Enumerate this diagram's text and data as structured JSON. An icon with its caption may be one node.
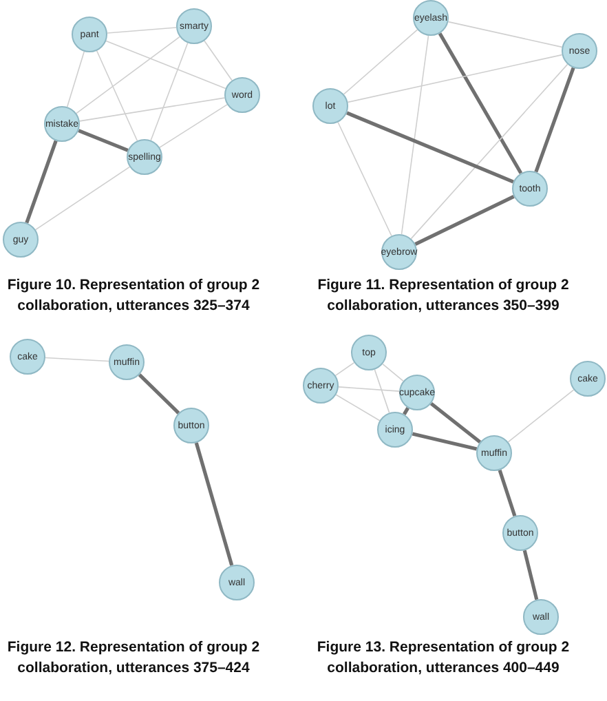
{
  "diagram": {
    "nodes": [
      {
        "text": [
          "pant"
        ]
      },
      {
        "text": [
          "smarty"
        ]
      },
      {
        "text": [
          "word"
        ]
      },
      {
        "text": [
          "mistake"
        ]
      },
      {
        "text": [
          "spelling"
        ]
      },
      {
        "text": [
          "guy"
        ]
      },
      {
        "text": [
          "eyelash"
        ]
      },
      {
        "text": [
          "nose"
        ]
      },
      {
        "text": [
          "lot"
        ]
      },
      {
        "text": [
          "tooth"
        ]
      },
      {
        "text": [
          "eyebrow"
        ]
      },
      {
        "text": [
          "cake"
        ]
      },
      {
        "text": [
          "muffin"
        ]
      },
      {
        "text": [
          "button"
        ]
      },
      {
        "text": [
          "wall"
        ]
      },
      {
        "text": [
          "top"
        ]
      },
      {
        "text": [
          "cherry"
        ]
      },
      {
        "text": [
          "cupcake"
        ]
      },
      {
        "text": [
          "cake"
        ]
      },
      {
        "text": [
          "icing"
        ]
      },
      {
        "text": [
          "muffin"
        ]
      },
      {
        "text": [
          "button"
        ]
      },
      {
        "text": [
          "wall"
        ]
      }
    ],
    "edges": [
      {
        "from": 0,
        "to": 1,
        "arrow": "none"
      },
      {
        "from": 0,
        "to": 2,
        "arrow": "none"
      },
      {
        "from": 0,
        "to": 3,
        "arrow": "none"
      },
      {
        "from": 0,
        "to": 4,
        "arrow": "none"
      },
      {
        "from": 1,
        "to": 3,
        "arrow": "none"
      },
      {
        "from": 1,
        "to": 4,
        "arrow": "none"
      },
      {
        "from": 1,
        "to": 2,
        "arrow": "none"
      },
      {
        "from": 2,
        "to": 3,
        "arrow": "none"
      },
      {
        "from": 2,
        "to": 4,
        "arrow": "none"
      },
      {
        "from": 3,
        "to": 4,
        "arrow": "none",
        "style": "thick",
        "color": "#707070"
      },
      {
        "from": 3,
        "to": 5,
        "arrow": "none",
        "style": "thick",
        "color": "#707070"
      },
      {
        "from": 4,
        "to": 5,
        "arrow": "none"
      },
      {
        "from": 6,
        "to": 7,
        "arrow": "none"
      },
      {
        "from": 6,
        "to": 8,
        "arrow": "none"
      },
      {
        "from": 6,
        "to": 10,
        "arrow": "none"
      },
      {
        "from": 6,
        "to": 9,
        "arrow": "none",
        "style": "thick",
        "color": "#707070"
      },
      {
        "from": 7,
        "to": 8,
        "arrow": "none"
      },
      {
        "from": 7,
        "to": 10,
        "arrow": "none"
      },
      {
        "from": 7,
        "to": 9,
        "arrow": "none",
        "style": "thick",
        "color": "#707070"
      },
      {
        "from": 8,
        "to": 9,
        "arrow": "none",
        "style": "thick",
        "color": "#707070"
      },
      {
        "from": 8,
        "to": 10,
        "arrow": "none"
      },
      {
        "from": 10,
        "to": 9,
        "arrow": "none",
        "style": "thick",
        "color": "#707070"
      },
      {
        "from": 11,
        "to": 12,
        "arrow": "none"
      },
      {
        "from": 12,
        "to": 13,
        "arrow": "none",
        "style": "thick",
        "color": "#707070"
      },
      {
        "from": 13,
        "to": 14,
        "arrow": "none",
        "style": "thick",
        "color": "#707070"
      },
      {
        "from": 15,
        "to": 16,
        "arrow": "none"
      },
      {
        "from": 15,
        "to": 17,
        "arrow": "none"
      },
      {
        "from": 15,
        "to": 19,
        "arrow": "none"
      },
      {
        "from": 16,
        "to": 17,
        "arrow": "none"
      },
      {
        "from": 16,
        "to": 19,
        "arrow": "none"
      },
      {
        "from": 17,
        "to": 19,
        "arrow": "none",
        "style": "thick",
        "color": "#707070"
      },
      {
        "from": 17,
        "to": 20,
        "arrow": "none",
        "style": "thick",
        "color": "#707070"
      },
      {
        "from": 19,
        "to": 20,
        "arrow": "none",
        "style": "thick",
        "color": "#707070"
      },
      {
        "from": 18,
        "to": 20,
        "arrow": "none"
      },
      {
        "from": 20,
        "to": 21,
        "arrow": "none",
        "style": "thick",
        "color": "#707070"
      },
      {
        "from": 21,
        "to": 22,
        "arrow": "none",
        "style": "thick",
        "color": "#707070"
      }
    ],
    "labels": [
      "Figure 10. Representation of group 2 collaboration, utterances 325–374",
      "Figure 11. Representation of group 2 collaboration, utterances 350–399",
      "Figure 12. Representation of group 2 collaboration, utterances 375–424",
      "Figure 13. Representation of group 2 collaboration, utterances 400–449"
    ]
  }
}
